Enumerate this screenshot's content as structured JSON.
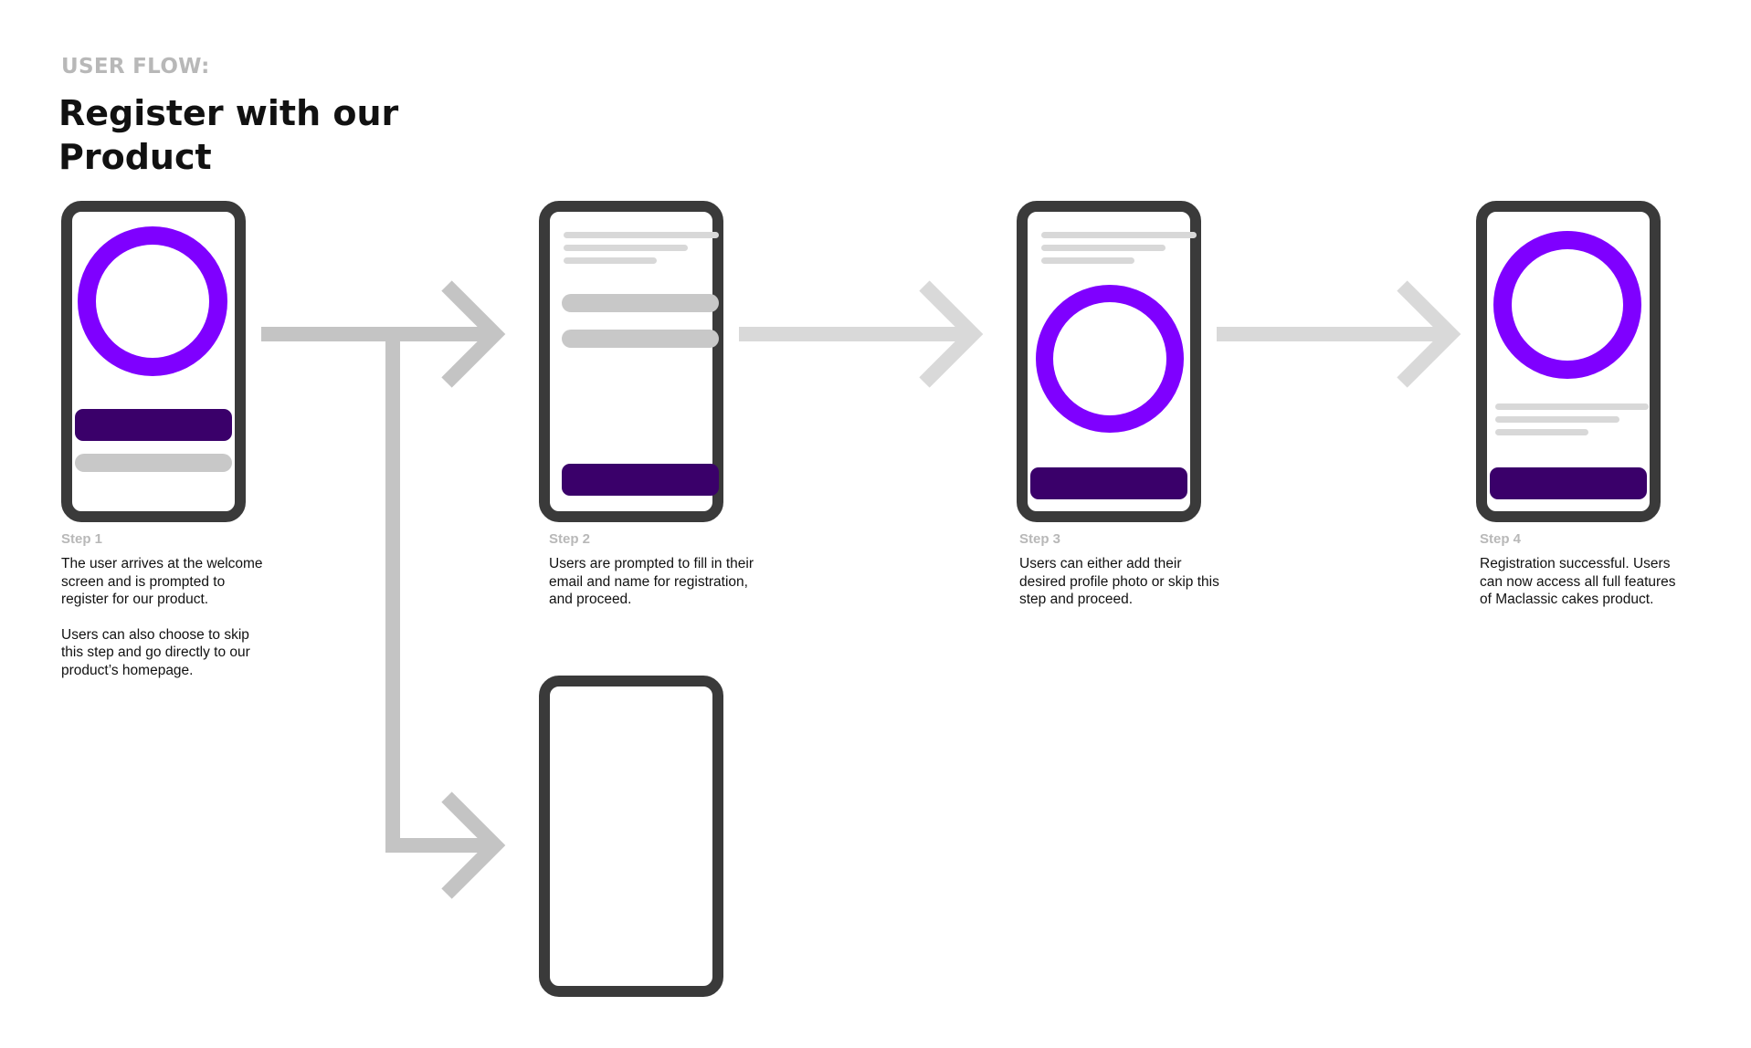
{
  "header": {
    "kicker": "USER FLOW:",
    "title": "Register with our Product"
  },
  "colors": {
    "accent": "#7f00ff",
    "primary_button": "#3a006a",
    "phone_frame": "#3a3a3a",
    "placeholder_bar": "#c8c8c8",
    "placeholder_line": "#d8d8d8",
    "arrow_main": "#c4c4c4",
    "arrow_light": "#d9d9d9",
    "muted_text": "#b8b8b8"
  },
  "steps": [
    {
      "label": "Step 1",
      "paragraphs": [
        "The user arrives at the welcome screen and is prompted to register for our product.",
        "Users can also choose to skip this step and go directly to our product’s homepage."
      ]
    },
    {
      "label": "Step 2",
      "paragraphs": [
        "Users are prompted to fill in their email and name for registration, and proceed."
      ]
    },
    {
      "label": "Step 3",
      "paragraphs": [
        "Users can either add their desired profile photo or skip this step and proceed."
      ]
    },
    {
      "label": "Step 4",
      "paragraphs": [
        "Registration successful. Users can now access all full features of Maclassic cakes product."
      ]
    }
  ]
}
